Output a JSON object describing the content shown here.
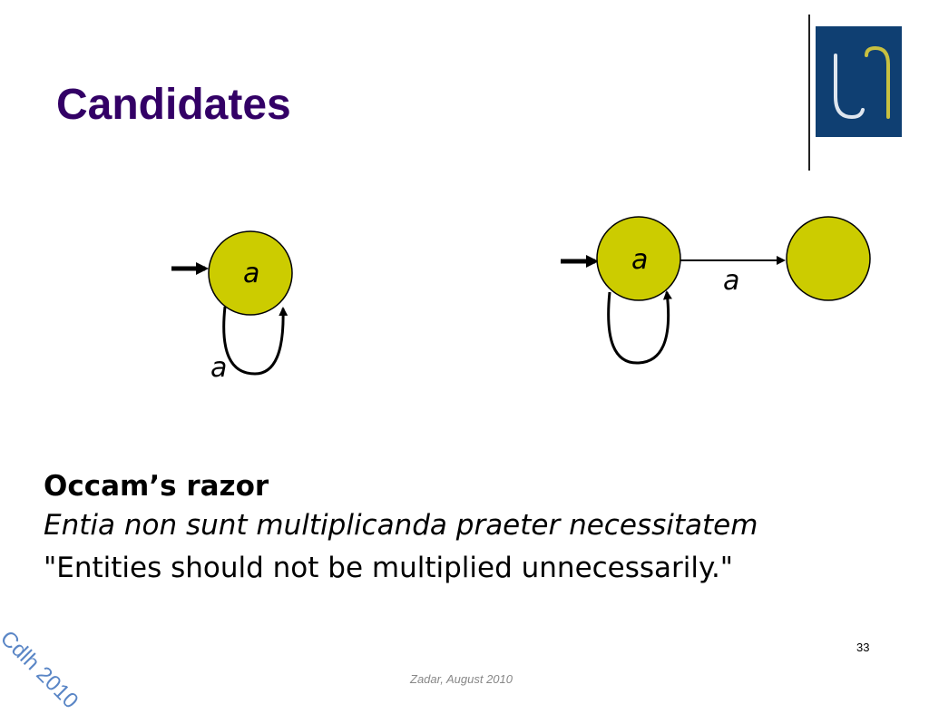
{
  "slide": {
    "title": "Candidates",
    "page_number": "33",
    "footer": "Zadar, August 2010",
    "watermark": "Cdlh 2010"
  },
  "logo": {
    "text": "U1"
  },
  "diagrams": [
    {
      "name": "single-state-automaton",
      "states": [
        {
          "label": "a",
          "initial": true
        }
      ],
      "transitions": [
        {
          "from": 0,
          "to": 0,
          "label": "a"
        }
      ]
    },
    {
      "name": "two-state-automaton",
      "states": [
        {
          "label": "a",
          "initial": true
        },
        {
          "label": ""
        }
      ],
      "transitions": [
        {
          "from": 0,
          "to": 0,
          "label": ""
        },
        {
          "from": 0,
          "to": 1,
          "label": "a"
        }
      ]
    }
  ],
  "quote": {
    "heading": "Occam’s razor",
    "latin": "Entia non sunt multiplicanda praeter necessitatem",
    "english": "\"Entities should not be multiplied unnecessarily.\""
  },
  "colors": {
    "title": "#330066",
    "state_fill": "#cccc00",
    "logo_bg": "#0f3f72",
    "logo_gold": "#c8c040",
    "watermark": "#5a86c6"
  }
}
